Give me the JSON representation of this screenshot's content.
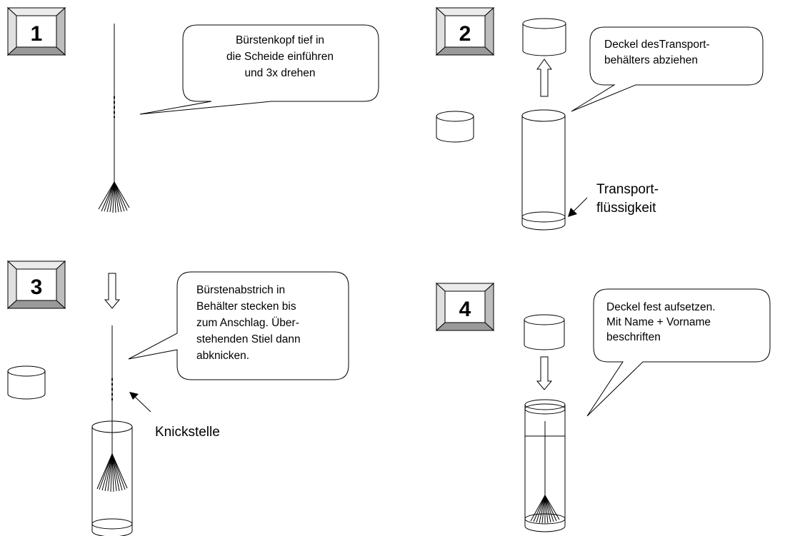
{
  "steps": [
    {
      "number": "1",
      "bubble": [
        "Bürstenkopf tief in",
        "die Scheide einführen",
        "und 3x drehen"
      ]
    },
    {
      "number": "2",
      "bubble": [
        "Deckel desTransport-",
        "behälters abziehen"
      ],
      "label": [
        "Transport-",
        "flüssigkeit"
      ]
    },
    {
      "number": "3",
      "bubble": [
        "Bürstenabstrich in",
        "Behälter stecken bis",
        "zum Anschlag. Über-",
        "stehenden Stiel dann",
        "abknicken."
      ],
      "label": [
        "Knickstelle"
      ]
    },
    {
      "number": "4",
      "bubble": [
        "Deckel fest aufsetzen.",
        "Mit Name + Vorname",
        "beschriften"
      ]
    }
  ]
}
